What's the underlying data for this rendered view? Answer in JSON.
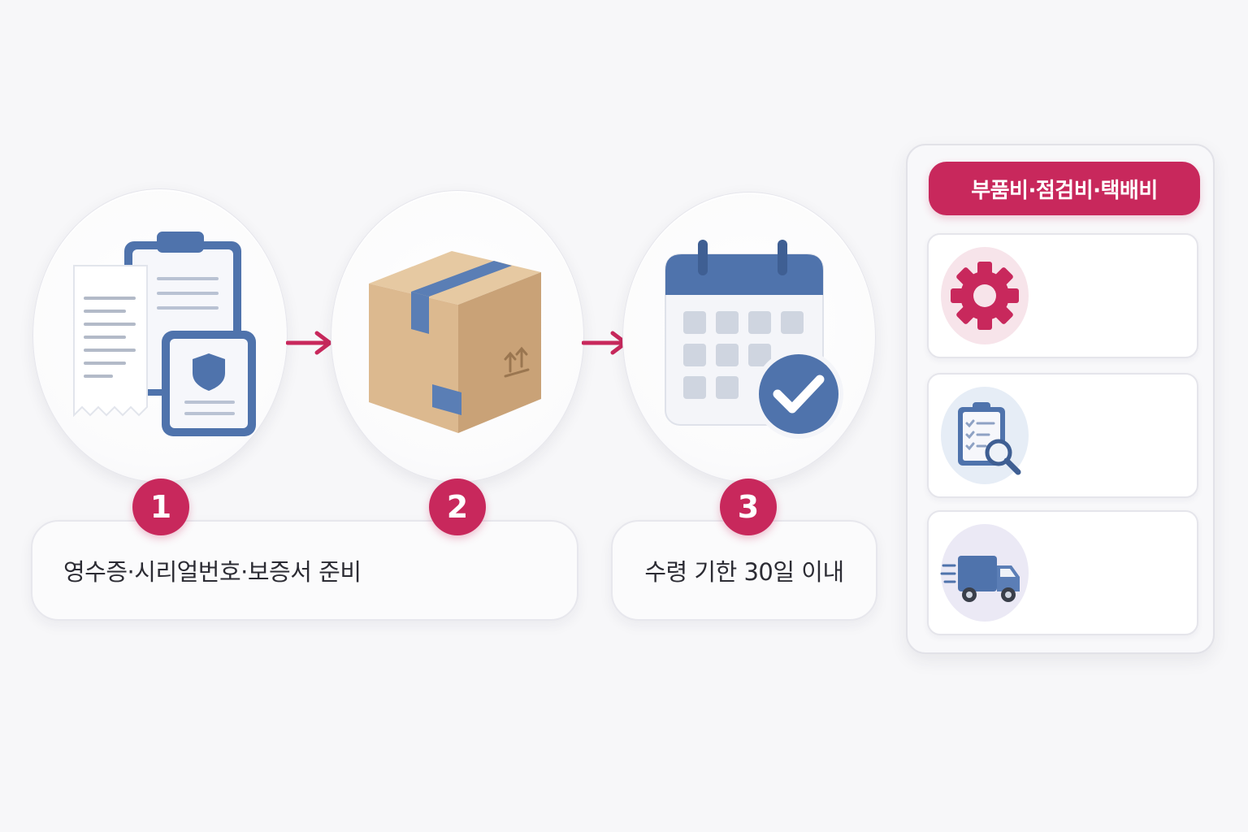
{
  "steps": [
    {
      "number": "1",
      "icon": "receipt-clipboard-warranty-icon"
    },
    {
      "number": "2",
      "icon": "shipping-box-icon"
    },
    {
      "number": "3",
      "icon": "calendar-check-icon"
    }
  ],
  "captions": {
    "prepare": "영수증·시리얼번호·보증서 준비",
    "deadline": "수령 기한 30일 이내"
  },
  "costs": {
    "title": "부품비·점검비·택배비",
    "items": [
      {
        "icon": "gear-icon"
      },
      {
        "icon": "inspection-clipboard-icon"
      },
      {
        "icon": "delivery-truck-icon"
      }
    ]
  },
  "colors": {
    "accent": "#c8285c",
    "icon_blue": "#4f73ac",
    "box_tan": "#d9b78e"
  }
}
